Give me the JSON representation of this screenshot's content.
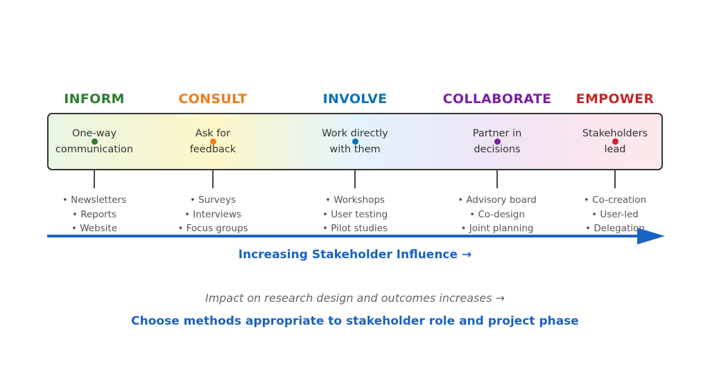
{
  "stages": [
    {
      "title": "INFORM",
      "color": "#2e7d32",
      "desc1": "One-way",
      "desc2": "communication",
      "methods": [
        "• Newsletters",
        "• Reports",
        "• Website"
      ]
    },
    {
      "title": "CONSULT",
      "color": "#ef7d1a",
      "desc1": "Ask for",
      "desc2": "feedback",
      "methods": [
        "• Surveys",
        "• Interviews",
        "• Focus groups"
      ]
    },
    {
      "title": "INVOLVE",
      "color": "#0a72b8",
      "desc1": "Work directly",
      "desc2": "with them",
      "methods": [
        "• Workshops",
        "• User testing",
        "• Pilot studies"
      ]
    },
    {
      "title": "COLLABORATE",
      "color": "#7b1fa2",
      "desc1": "Partner in",
      "desc2": "decisions",
      "methods": [
        "• Advisory board",
        "• Co-design",
        "• Joint planning"
      ]
    },
    {
      "title": "EMPOWER",
      "color": "#c62828",
      "desc1": "Stakeholders",
      "desc2": "lead",
      "methods": [
        "• Co-creation",
        "• User-led",
        "• Delegation"
      ]
    }
  ],
  "arrow_label": "Increasing Stakeholder Influence →",
  "impact_note": "Impact on research design and outcomes increases →",
  "guidance": "Choose methods appropriate to stakeholder role and project phase",
  "accent": "#1a62c0"
}
